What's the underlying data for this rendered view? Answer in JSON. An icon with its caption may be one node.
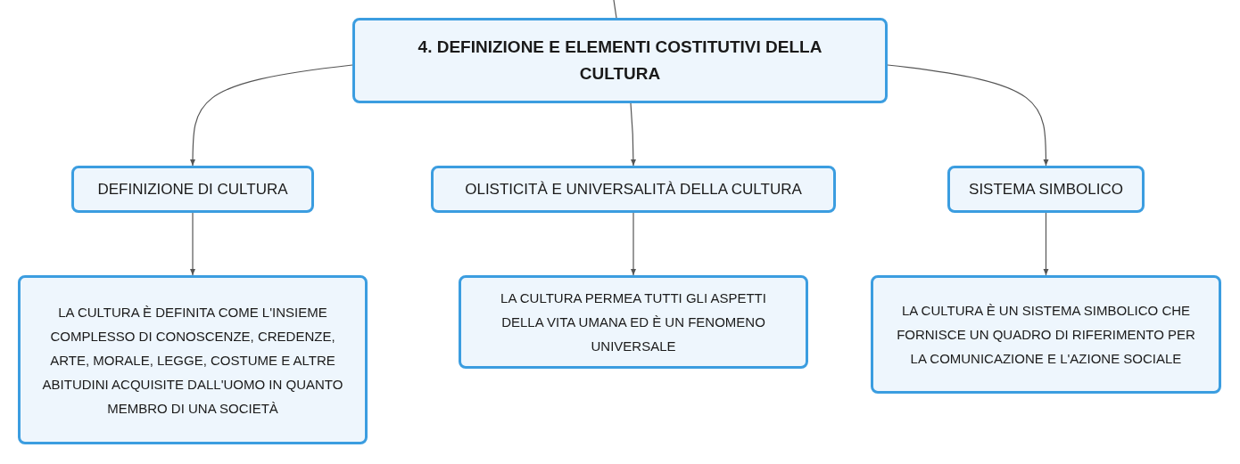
{
  "diagram": {
    "nodes": [
      {
        "text": [
          "4. DEFINIZIONE E ELEMENTI COSTITUTIVI DELLA CULTURA"
        ]
      },
      {
        "text": [
          "DEFINIZIONE DI CULTURA"
        ]
      },
      {
        "text": [
          "OLISTICITÀ E UNIVERSALITÀ DELLA CULTURA"
        ]
      },
      {
        "text": [
          "SISTEMA SIMBOLICO"
        ]
      },
      {
        "text": [
          "LA CULTURA È DEFINITA COME L'INSIEME COMPLESSO DI CONOSCENZE, CREDENZE, ARTE, MORALE, LEGGE, COSTUME E ALTRE ABITUDINI ACQUISITE DALL'UOMO IN QUANTO MEMBRO DI UNA SOCIETÀ"
        ]
      },
      {
        "text": [
          "LA CULTURA PERMEA TUTTI GLI ASPETTI DELLA VITA UMANA ED È UN FENOMENO UNIVERSALE"
        ]
      },
      {
        "text": [
          "LA CULTURA È UN SISTEMA SIMBOLICO CHE FORNISCE UN QUADRO DI RIFERIMENTO PER LA COMUNICAZIONE E L'AZIONE SOCIALE"
        ]
      }
    ],
    "edges": [
      {
        "from": null,
        "to": 0,
        "arrow": "none"
      },
      {
        "from": 0,
        "to": 1,
        "arrow": "to"
      },
      {
        "from": 0,
        "to": 2,
        "arrow": "to"
      },
      {
        "from": 0,
        "to": 3,
        "arrow": "to"
      },
      {
        "from": 1,
        "to": 4,
        "arrow": "to"
      },
      {
        "from": 2,
        "to": 5,
        "arrow": "to"
      },
      {
        "from": 3,
        "to": 6,
        "arrow": "to"
      }
    ]
  }
}
